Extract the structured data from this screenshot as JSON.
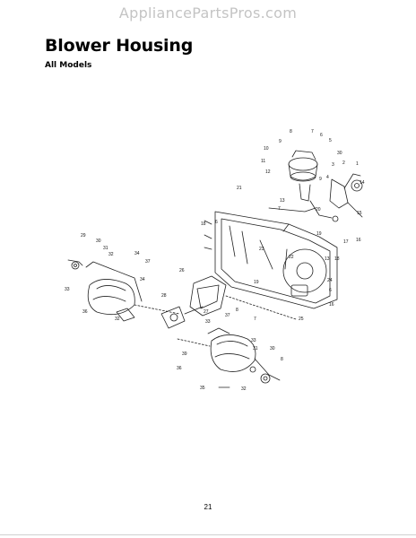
{
  "watermark": "AppliancePartsPros.com",
  "title": "Blower Housing",
  "subtitle": "All Models",
  "page_number": "21",
  "callouts": [
    {
      "id": "c-8a",
      "text": "8"
    },
    {
      "id": "c-7a",
      "text": "7"
    },
    {
      "id": "c-6a",
      "text": "6"
    },
    {
      "id": "c-9a",
      "text": "9"
    },
    {
      "id": "c-5",
      "text": "5"
    },
    {
      "id": "c-10",
      "text": "10"
    },
    {
      "id": "c-30a",
      "text": "30"
    },
    {
      "id": "c-11",
      "text": "11"
    },
    {
      "id": "c-3",
      "text": "3"
    },
    {
      "id": "c-2",
      "text": "2"
    },
    {
      "id": "c-1",
      "text": "1"
    },
    {
      "id": "c-12",
      "text": "12"
    },
    {
      "id": "c-9b",
      "text": "9"
    },
    {
      "id": "c-4",
      "text": "4"
    },
    {
      "id": "c-14",
      "text": "14"
    },
    {
      "id": "c-21",
      "text": "21"
    },
    {
      "id": "c-13a",
      "text": "13"
    },
    {
      "id": "c-20",
      "text": "20"
    },
    {
      "id": "c-7b",
      "text": "7"
    },
    {
      "id": "c-15",
      "text": "15"
    },
    {
      "id": "c-18",
      "text": "18"
    },
    {
      "id": "c-6b",
      "text": "6"
    },
    {
      "id": "c-19a",
      "text": "19"
    },
    {
      "id": "c-17",
      "text": "17"
    },
    {
      "id": "c-16a",
      "text": "16"
    },
    {
      "id": "c-29",
      "text": "29"
    },
    {
      "id": "c-30b",
      "text": "30"
    },
    {
      "id": "c-31a",
      "text": "31"
    },
    {
      "id": "c-32a",
      "text": "32"
    },
    {
      "id": "c-34",
      "text": "34"
    },
    {
      "id": "c-37a",
      "text": "37"
    },
    {
      "id": "c-23",
      "text": "23"
    },
    {
      "id": "c-22",
      "text": "22"
    },
    {
      "id": "c-13b",
      "text": "13"
    },
    {
      "id": "c-18b",
      "text": "18"
    },
    {
      "id": "c-33a",
      "text": "33"
    },
    {
      "id": "c-36a",
      "text": "36"
    },
    {
      "id": "c-26",
      "text": "26"
    },
    {
      "id": "c-19b",
      "text": "19"
    },
    {
      "id": "c-24",
      "text": "24"
    },
    {
      "id": "c-6c",
      "text": "6"
    },
    {
      "id": "c-16b",
      "text": "16"
    },
    {
      "id": "c-28",
      "text": "28"
    },
    {
      "id": "c-34b",
      "text": "34"
    },
    {
      "id": "c-27",
      "text": "27"
    },
    {
      "id": "c-37b",
      "text": "37"
    },
    {
      "id": "c-8b",
      "text": "8"
    },
    {
      "id": "c-7c",
      "text": "7"
    },
    {
      "id": "c-25",
      "text": "25"
    },
    {
      "id": "c-32b",
      "text": "32"
    },
    {
      "id": "c-33b",
      "text": "33"
    },
    {
      "id": "c-33c",
      "text": "33"
    },
    {
      "id": "c-31b",
      "text": "31"
    },
    {
      "id": "c-30c",
      "text": "30"
    },
    {
      "id": "c-8c",
      "text": "8"
    },
    {
      "id": "c-39",
      "text": "39"
    },
    {
      "id": "c-36b",
      "text": "36"
    },
    {
      "id": "c-35",
      "text": "35"
    },
    {
      "id": "c-32c",
      "text": "32"
    }
  ]
}
